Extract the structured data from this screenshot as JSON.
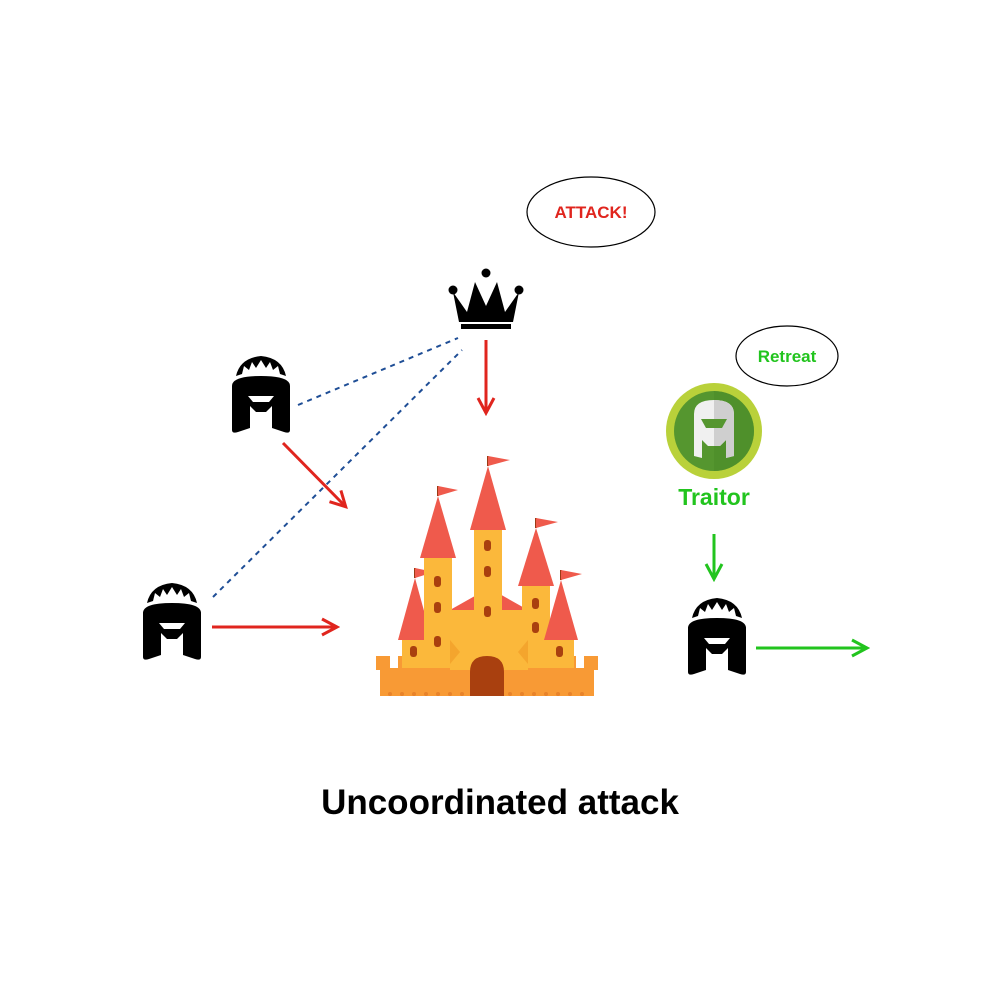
{
  "speech": {
    "king": "ATTACK!",
    "traitor": "Retreat"
  },
  "traitor_label": "Traitor",
  "title": "Uncoordinated attack",
  "colors": {
    "attack": "#e0251e",
    "retreat": "#22c41e",
    "link": "#1f4e96",
    "icon": "#000000",
    "castle_wall": "#fbb83b",
    "castle_roof": "#ef5a4c",
    "castle_base": "#f89a35",
    "traitor_badge_ring": "#b9d13a",
    "traitor_badge_fill": "#55962f"
  },
  "icons": [
    "crown-icon",
    "helmet-icon",
    "traitor-helmet-icon",
    "castle-icon"
  ]
}
